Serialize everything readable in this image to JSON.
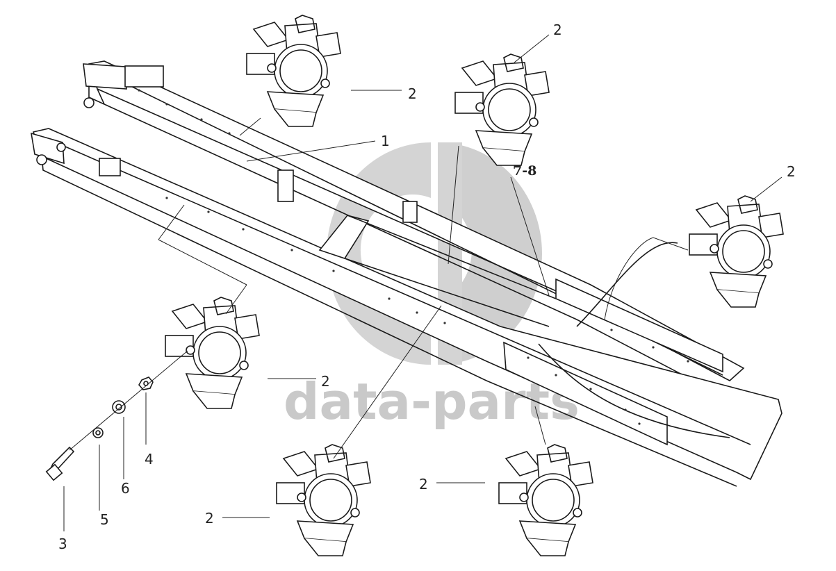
{
  "watermark": {
    "text": "data-parts",
    "color": "#c9c9c9"
  },
  "callouts": {
    "frame": "1",
    "valve": "2",
    "bolt": "3",
    "nut": "4",
    "washer": "5",
    "washer_b": "6",
    "range": "7-8"
  },
  "parts": {
    "frame_icon": "chassis-frame-icon",
    "valve_icon": "valve-assembly-icon",
    "bolt_icon": "bolt-icon",
    "nut_icon": "nut-icon",
    "washer_icon": "washer-icon"
  }
}
